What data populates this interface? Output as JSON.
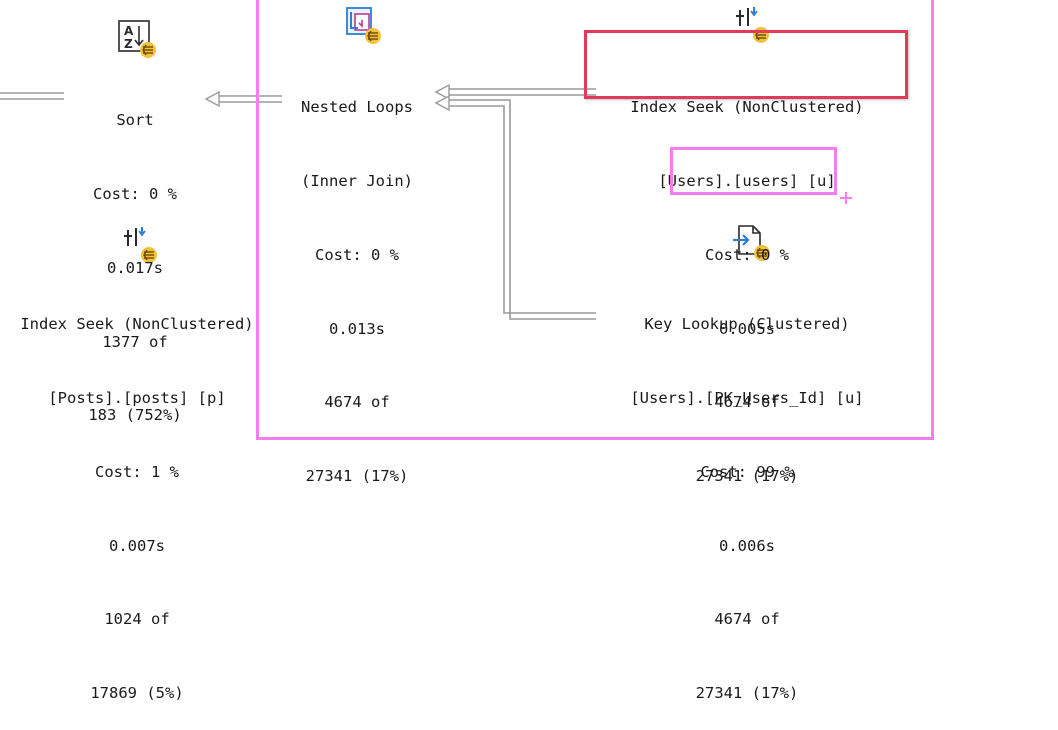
{
  "colors": {
    "highlight_red": "#e23a5a",
    "highlight_pink": "#f27ef2",
    "arrow_stroke": "#9a9a9a",
    "icon_yellow": "#f2c23b",
    "icon_blue": "#2c7fd0",
    "icon_magenta": "#c0398f"
  },
  "plan": {
    "sort": {
      "icon": "sort-az-icon",
      "name": "Sort",
      "cost": "Cost: 0 %",
      "time": "0.017s",
      "rows_actual": "1377 of",
      "rows_estimated": "183 (752%)"
    },
    "nested_loops": {
      "icon": "nested-loops-icon",
      "name": "Nested Loops",
      "subtitle": "(Inner Join)",
      "cost": "Cost: 0 %",
      "time": "0.013s",
      "rows_actual": "4674 of",
      "rows_estimated": "27341 (17%)"
    },
    "index_seek_users": {
      "icon": "index-seek-icon",
      "name": "Index Seek (NonClustered)",
      "object": "[Users].[users] [u]",
      "cost": "Cost: 0 %",
      "time": "0.005s",
      "rows_actual": "4674 of",
      "rows_estimated": "27341 (17%)"
    },
    "index_seek_posts": {
      "icon": "index-seek-icon",
      "name": "Index Seek (NonClustered)",
      "object": "[Posts].[posts] [p]",
      "cost": "Cost: 1 %",
      "time": "0.007s",
      "rows_actual": "1024 of",
      "rows_estimated": "17869 (5%)"
    },
    "key_lookup": {
      "icon": "key-lookup-icon",
      "name": "Key Lookup (Clustered)",
      "object": "[Users].[PK_Users_Id] [u]",
      "cost": "Cost: 99 %",
      "time": "0.006s",
      "rows_actual": "4674 of",
      "rows_estimated": "27341 (17%)"
    }
  }
}
